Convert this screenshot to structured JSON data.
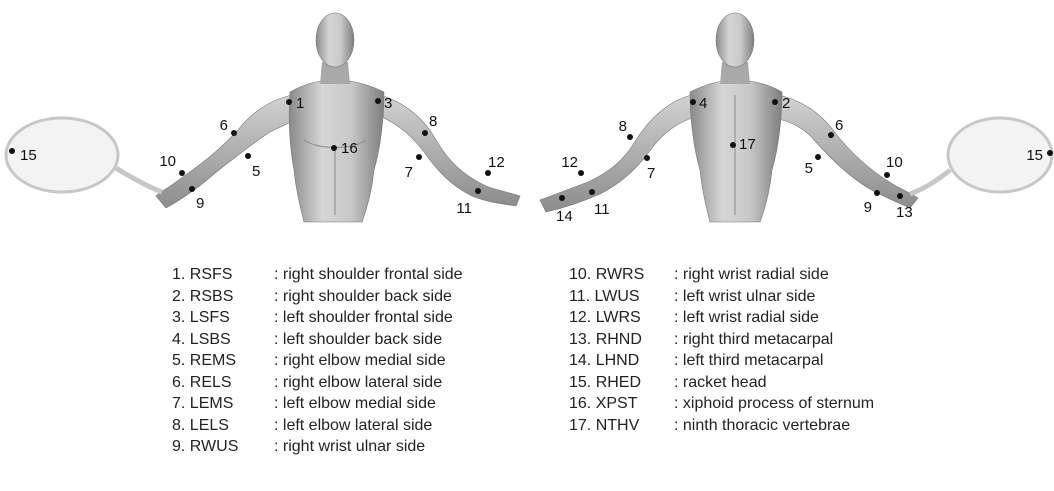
{
  "markers": [
    {
      "id": "1",
      "label": "1"
    },
    {
      "id": "2",
      "label": "2"
    },
    {
      "id": "3",
      "label": "3"
    },
    {
      "id": "4",
      "label": "4"
    },
    {
      "id": "5",
      "label": "5"
    },
    {
      "id": "6",
      "label": "6"
    },
    {
      "id": "7",
      "label": "7"
    },
    {
      "id": "8",
      "label": "8"
    },
    {
      "id": "9",
      "label": "9"
    },
    {
      "id": "10",
      "label": "10"
    },
    {
      "id": "11",
      "label": "11"
    },
    {
      "id": "12",
      "label": "12"
    },
    {
      "id": "13",
      "label": "13"
    },
    {
      "id": "14",
      "label": "14"
    },
    {
      "id": "15",
      "label": "15"
    },
    {
      "id": "16",
      "label": "16"
    },
    {
      "id": "17",
      "label": "17"
    }
  ],
  "legend": {
    "left": [
      {
        "key": "1. RSFS",
        "desc": ": right shoulder frontal side"
      },
      {
        "key": "2. RSBS",
        "desc": ": right shoulder back side"
      },
      {
        "key": "3. LSFS",
        "desc": ": left shoulder frontal side"
      },
      {
        "key": "4. LSBS",
        "desc": ": left shoulder back side"
      },
      {
        "key": "5. REMS",
        "desc": ": right elbow medial side"
      },
      {
        "key": "6. RELS",
        "desc": ": right elbow lateral side"
      },
      {
        "key": "7. LEMS",
        "desc": ": left elbow medial side"
      },
      {
        "key": "8. LELS",
        "desc": ": left elbow lateral side"
      },
      {
        "key": "9. RWUS",
        "desc": ": right wrist ulnar side"
      }
    ],
    "right": [
      {
        "key": "10. RWRS",
        "desc": ": right wrist radial side"
      },
      {
        "key": "11. LWUS",
        "desc": ": left wrist ulnar side"
      },
      {
        "key": "12. LWRS",
        "desc": ": left wrist radial side"
      },
      {
        "key": "13. RHND",
        "desc": ": right third metacarpal"
      },
      {
        "key": "14. LHND",
        "desc": ": left third metacarpal"
      },
      {
        "key": "15. RHED",
        "desc": ": racket head"
      },
      {
        "key": "16. XPST",
        "desc": ": xiphoid process of sternum"
      },
      {
        "key": "17. NTHV",
        "desc": ": ninth thoracic vertebrae"
      }
    ]
  }
}
